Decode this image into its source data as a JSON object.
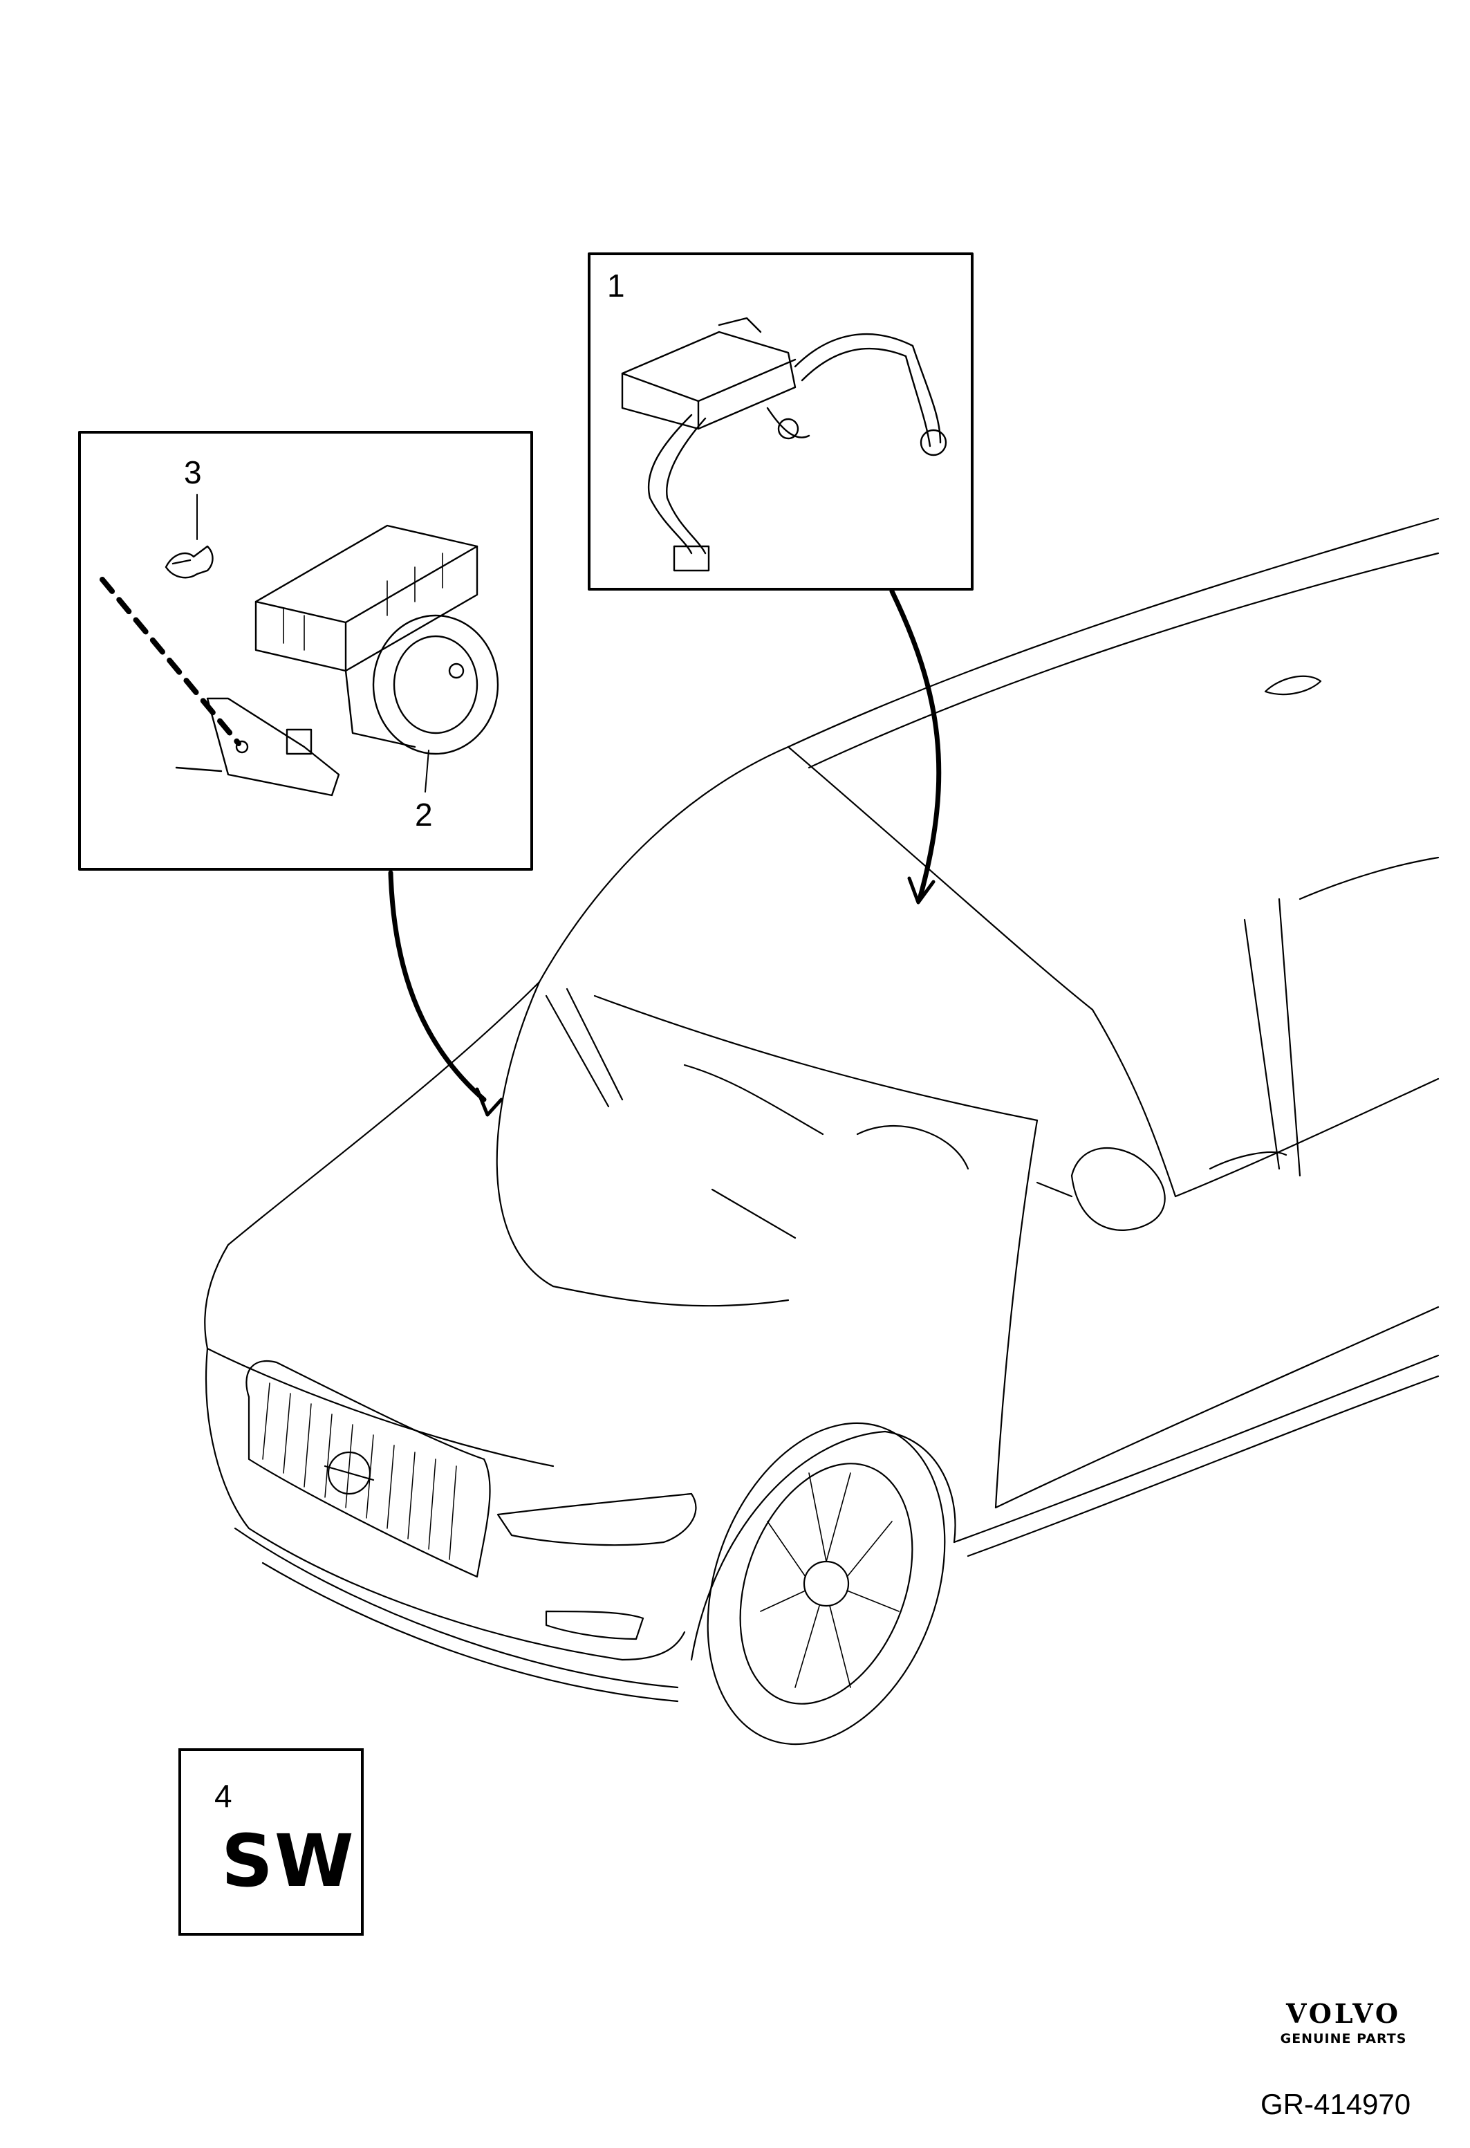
{
  "callouts": {
    "item1": "1",
    "item2": "2",
    "item3": "3",
    "item4": "4"
  },
  "software_label": "SW",
  "brand": {
    "name": "VOLVO",
    "subtitle": "GENUINE PARTS"
  },
  "document_number": "GR-414970"
}
